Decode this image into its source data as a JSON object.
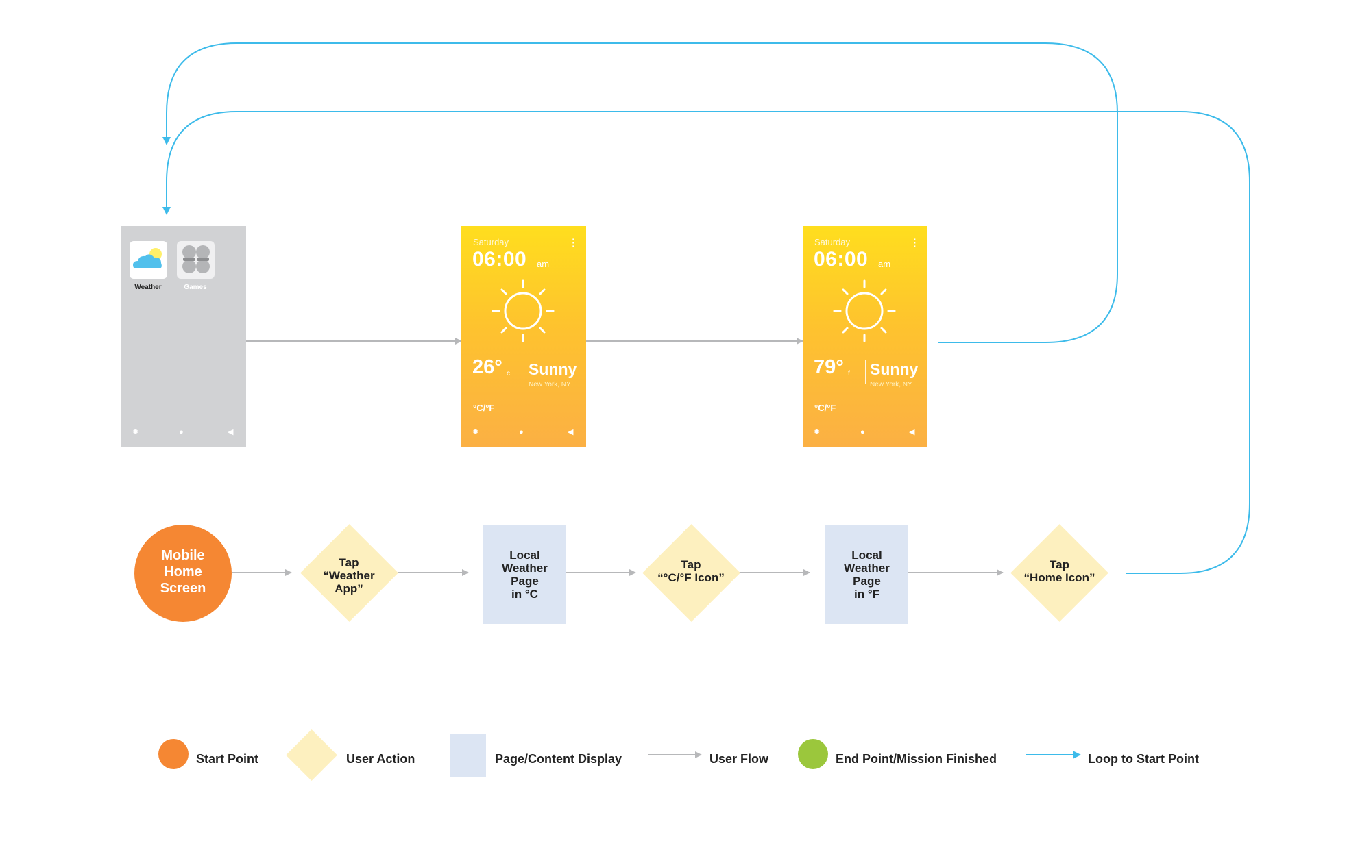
{
  "colors": {
    "start": "#f58733",
    "user_action": "#fdf0bf",
    "page_display": "#dce5f3",
    "user_flow": "#b7b8ba",
    "end_point": "#9bc73c",
    "loop": "#3dbbea",
    "home_screen": "#d1d2d4",
    "weather_top": "#ffde1e",
    "weather_bottom": "#fbb044"
  },
  "home_screen": {
    "apps": [
      {
        "label": "Weather",
        "icon": "cloud-sun-icon"
      },
      {
        "label": "Games",
        "icon": "games-icon"
      }
    ],
    "nav_icons": [
      "gear-icon",
      "home-icon",
      "back-icon"
    ]
  },
  "weather_celsius": {
    "day": "Saturday",
    "time": "06:00",
    "ampm": "am",
    "temp": "26°",
    "unit": "c",
    "condition": "Sunny",
    "location": "New York, NY",
    "toggle": "°C/°F",
    "icon": "sun-icon"
  },
  "weather_fahrenheit": {
    "day": "Saturday",
    "time": "06:00",
    "ampm": "am",
    "temp": "79°",
    "unit": "f",
    "condition": "Sunny",
    "location": "New York, NY",
    "toggle": "°C/°F",
    "icon": "sun-icon"
  },
  "flow": {
    "start": [
      "Mobile",
      "Home",
      "Screen"
    ],
    "action1": [
      "Tap",
      "“Weather",
      "App”"
    ],
    "page1": [
      "Local",
      "Weather",
      "Page",
      "in °C"
    ],
    "action2": [
      "Tap",
      "“°C/°F Icon”"
    ],
    "page2": [
      "Local",
      "Weather",
      "Page",
      "in °F"
    ],
    "action3": [
      "Tap",
      "“Home Icon”"
    ]
  },
  "legend": {
    "start": "Start Point",
    "user_action": "User Action",
    "page_display": "Page/Content Display",
    "user_flow": "User Flow",
    "end_point": "End Point/Mission Finished",
    "loop": "Loop to Start Point"
  }
}
